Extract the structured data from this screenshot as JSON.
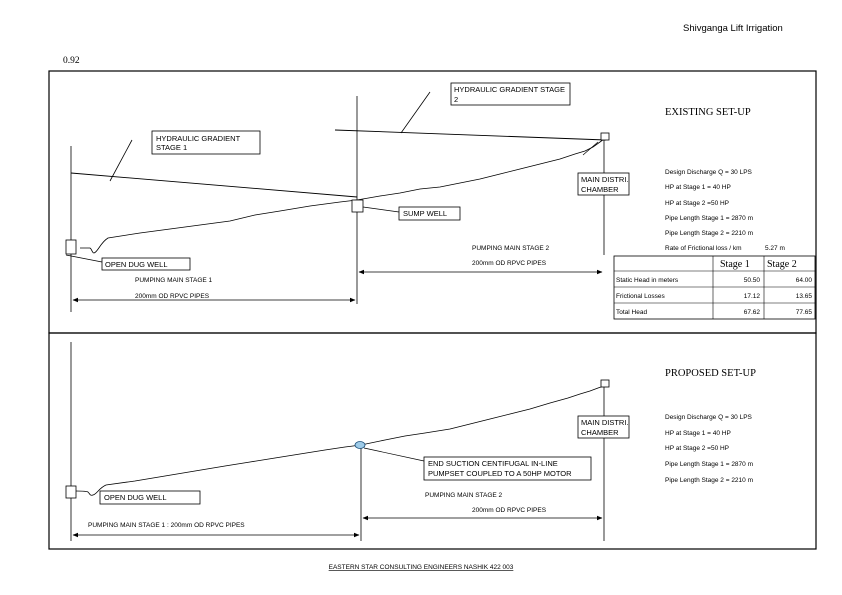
{
  "header": {
    "project_title": "Shivganga Lift Irrigation",
    "page_ref": "0.92"
  },
  "existing": {
    "title": "EXISTING SET-UP",
    "labels": {
      "hg2": [
        "HYDRAULIC GRADIENT STAGE",
        "2"
      ],
      "hg1": [
        "HYDRAULIC GRADIENT",
        "STAGE 1"
      ],
      "sump": "SUMP WELL",
      "chamber": [
        "MAIN DISTRI.",
        "CHAMBER"
      ],
      "dug_well": "OPEN DUG WELL",
      "pm2_title": "PUMPING MAIN STAGE 2",
      "pm2_pipes": "200mm OD RPVC PIPES",
      "pm1_title": "PUMPING MAIN STAGE 1",
      "pm1_pipes": "200mm OD RPVC PIPES"
    },
    "specs": [
      "Design Discharge Q = 30 LPS",
      "HP at Stage 1 = 40 HP",
      "HP at Stage 2 =50 HP",
      "Pipe Length Stage 1 = 2870 m",
      "Pipe Length Stage 2 = 2210 m"
    ],
    "friction_label": "Rate of Frictional loss / km",
    "friction_value": "5.27 m",
    "table": {
      "headers": [
        "",
        "Stage 1",
        "Stage 2"
      ],
      "rows": [
        [
          "Static Head in meters",
          "50.50",
          "64.00"
        ],
        [
          "Frictional Losses",
          "17.12",
          "13.65"
        ],
        [
          "Total Head",
          "67.62",
          "77.65"
        ]
      ]
    }
  },
  "proposed": {
    "title": "PROPOSED SET-UP",
    "labels": {
      "chamber": [
        "MAIN DISTRI.",
        "CHAMBER"
      ],
      "pumpset": [
        "END SUCTION CENTIFUGAL IN-LINE",
        "PUMPSET COUPLED TO A 50HP MOTOR"
      ],
      "dug_well": "OPEN DUG WELL",
      "pm2_title": "PUMPING MAIN STAGE 2",
      "pm2_pipes": "200mm OD RPVC PIPES",
      "pm1": "PUMPING MAIN STAGE 1 : 200mm OD RPVC PIPES"
    },
    "specs": [
      "Design Discharge Q = 30 LPS",
      "HP at Stage 1 = 40 HP",
      "HP at Stage 2 =50 HP",
      "Pipe Length Stage 1 = 2870 m",
      "Pipe Length Stage 2 = 2210 m"
    ]
  },
  "footer": "EASTERN STAR CONSULTING ENGINEERS NASHIK 422 003"
}
